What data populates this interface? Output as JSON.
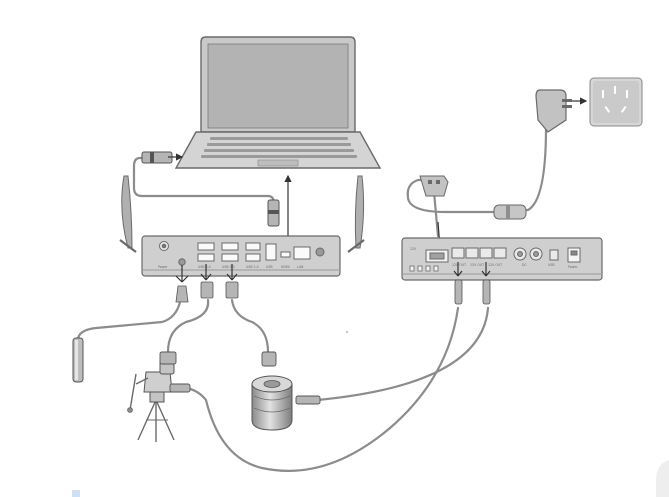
{
  "diagram": {
    "type": "connection-diagram",
    "controller_port_labels": [
      "Power",
      "USB 3.0",
      "USB 2.0",
      "USB 2.0",
      "USB",
      "HDMI",
      "LAN"
    ],
    "power_box_port_labels": [
      "12V",
      "12V OUT",
      "12V OUT",
      "12V OUT",
      "DC",
      "USB",
      "Power"
    ],
    "colors": {
      "device_body": "#cfcfcf",
      "device_face": "#c4c4c4",
      "device_stroke": "#6a6a6a",
      "cable": "#8c8c8c",
      "arrow": "#333333"
    }
  }
}
